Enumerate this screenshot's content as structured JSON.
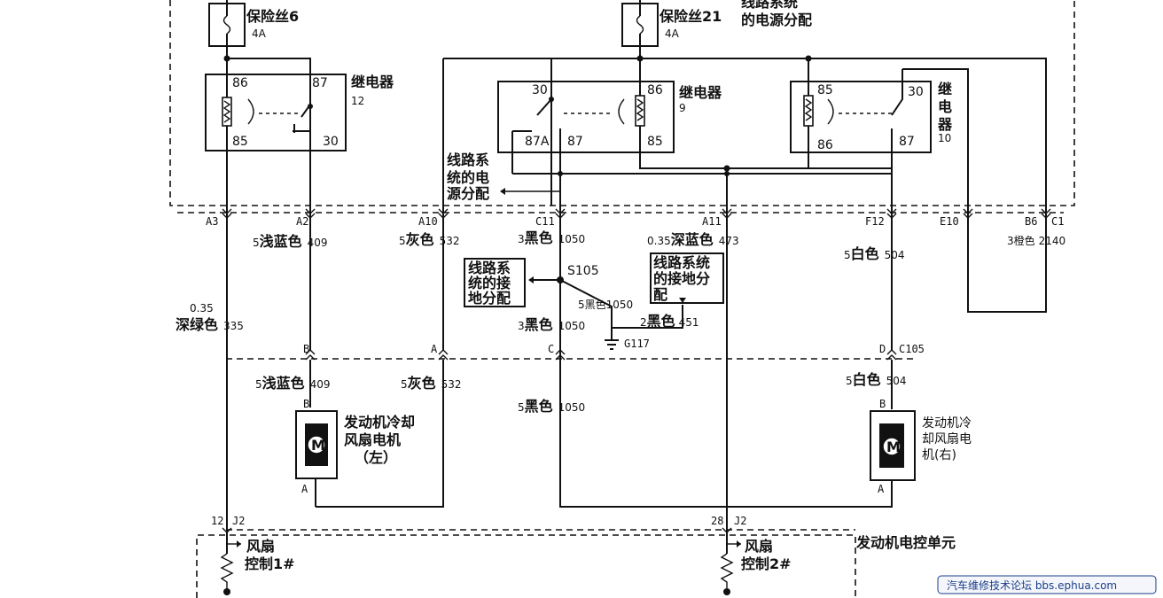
{
  "fuses": [
    {
      "name": "保险丝6",
      "rating": "4A"
    },
    {
      "name": "保险丝21",
      "rating": "4A"
    }
  ],
  "top_text": {
    "power_dist_top_a": "线路系统",
    "power_dist_top_b": "的电源分配"
  },
  "relays": {
    "relay12": {
      "label": "继电器",
      "number": "12",
      "pins": [
        "86",
        "85",
        "87",
        "30"
      ]
    },
    "relay9": {
      "label": "继电器",
      "number": "9",
      "pins": [
        "30",
        "87A",
        "87",
        "86",
        "85"
      ]
    },
    "relay10": {
      "label_a": "继",
      "label_b": "电",
      "label_c": "器",
      "number": "10",
      "pins": [
        "85",
        "86",
        "30",
        "87"
      ]
    }
  },
  "power_dist_mid": [
    "线路系",
    "统的电",
    "源分配"
  ],
  "connectors": {
    "top": [
      "A3",
      "A2",
      "A10",
      "C11",
      "A11",
      "F12",
      "E10",
      "B6",
      "C1"
    ],
    "mid": {
      "b": "B",
      "a": "A",
      "c": "C",
      "d": "D",
      "name": "C105"
    },
    "bottom": {
      "left": "J2",
      "left_pin": "12",
      "right": "J2",
      "right_pin": "28"
    }
  },
  "wires": {
    "a3": {
      "gauge": "0.35",
      "color": "深绿色",
      "circuit": "335"
    },
    "a2": {
      "gauge": "5",
      "color": "浅蓝色",
      "circuit": "409"
    },
    "a10": {
      "gauge": "5",
      "color": "灰色",
      "circuit": "532"
    },
    "c11": {
      "gauge": "3",
      "color": "黑色",
      "circuit": "1050"
    },
    "a11": {
      "gauge": "0.35",
      "color": "深蓝色",
      "circuit": "473"
    },
    "f12": {
      "gauge": "5",
      "color": "白色",
      "circuit": "504"
    },
    "c1": {
      "gauge": "3",
      "color": "橙色",
      "circuit": "2140"
    },
    "s105_b": {
      "gauge": "3",
      "color": "黑色",
      "circuit": "1050"
    },
    "g117": {
      "gauge": "5",
      "color": "黑色",
      "circuit": "1050"
    },
    "g451": {
      "gauge": "2",
      "color": "黑色",
      "circuit": "451"
    },
    "left_mid": {
      "gauge": "5",
      "color": "浅蓝色",
      "circuit": "409"
    },
    "grey_mid": {
      "gauge": "5",
      "color": "灰色",
      "circuit": "532"
    },
    "black_mid": {
      "gauge": "5",
      "color": "黑色",
      "circuit": "1050"
    },
    "white_mid": {
      "gauge": "5",
      "color": "白色",
      "circuit": "504"
    }
  },
  "splice": "S105",
  "ground": "G117",
  "ground_dist_left": [
    "线路系",
    "统的接",
    "地分配"
  ],
  "ground_dist_right": [
    "线路系统",
    "的接地分",
    "配"
  ],
  "motors": {
    "left": {
      "title_a": "发动机冷却",
      "title_b": "风扇电机",
      "title_c": "（左）",
      "pin_b": "B",
      "pin_a": "A",
      "symbol": "M"
    },
    "right": {
      "title_a": "发动机冷",
      "title_b": "却风扇电",
      "title_c": "机(右)",
      "pin_b": "B",
      "pin_a": "A",
      "symbol": "M"
    }
  },
  "ecu": {
    "name": "发动机电控单元",
    "fan1": {
      "a": "风扇",
      "b": "控制1#"
    },
    "fan2": {
      "a": "风扇",
      "b": "控制2#"
    }
  },
  "watermark": "汽车维修技术论坛 bbs.ephua.com"
}
